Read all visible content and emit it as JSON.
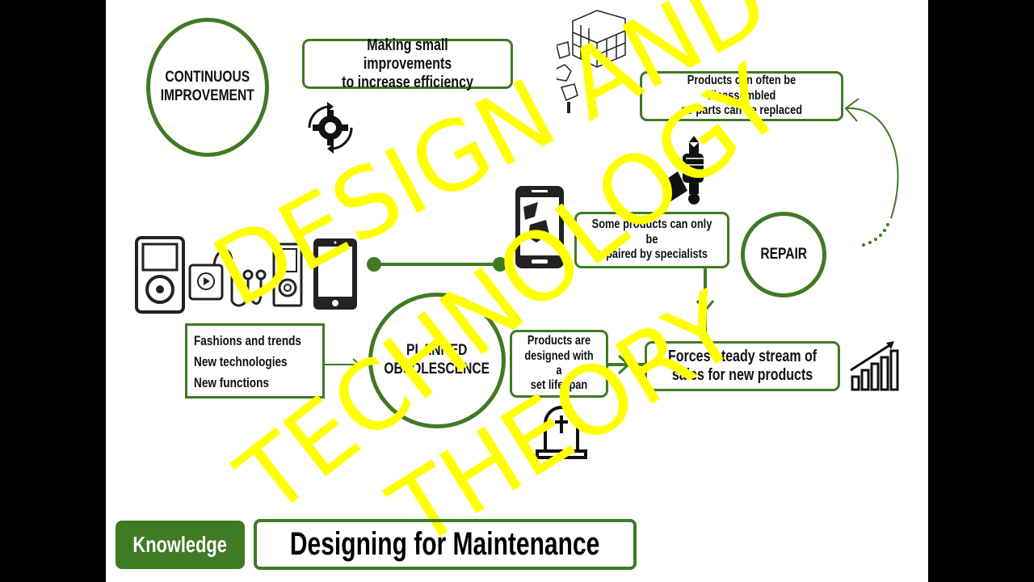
{
  "slide": {
    "title": "Designing for Maintenance",
    "category_badge": "Knowledge",
    "watermark": {
      "line1": "DESIGN AND",
      "line2": "TECHNOLOGY",
      "line3": "THEORY",
      "color": "#ffff00"
    },
    "accent_color": "#3f7a24"
  },
  "diagram": {
    "continuous_improvement": {
      "label": "CONTINUOUS\nIMPROVEMENT",
      "description": "Making small improvements\nto increase efficiency"
    },
    "repair": {
      "label": "REPAIR",
      "disassembly_note": "Products can often be disassembled\nso parts can be replaced",
      "specialist_note": "Some products can only be\nrepaired by specialists"
    },
    "planned_obsolescence": {
      "label": "PLANNED\nOBSOLESCENCE",
      "drivers": [
        "Fashions and trends",
        "New technologies",
        "New functions"
      ],
      "lifespan_note": "Products are\ndesigned with a\nset lifespan",
      "outcome": "Forces steady stream of\nsales for new products"
    },
    "icons": [
      "gear-cycle-icon",
      "rubik-cube-parts-icon",
      "hand-wrench-icon",
      "broken-phone-icon",
      "mp3-player-icons",
      "tablet-icon",
      "gravestone-icon",
      "growth-chart-icon"
    ]
  }
}
